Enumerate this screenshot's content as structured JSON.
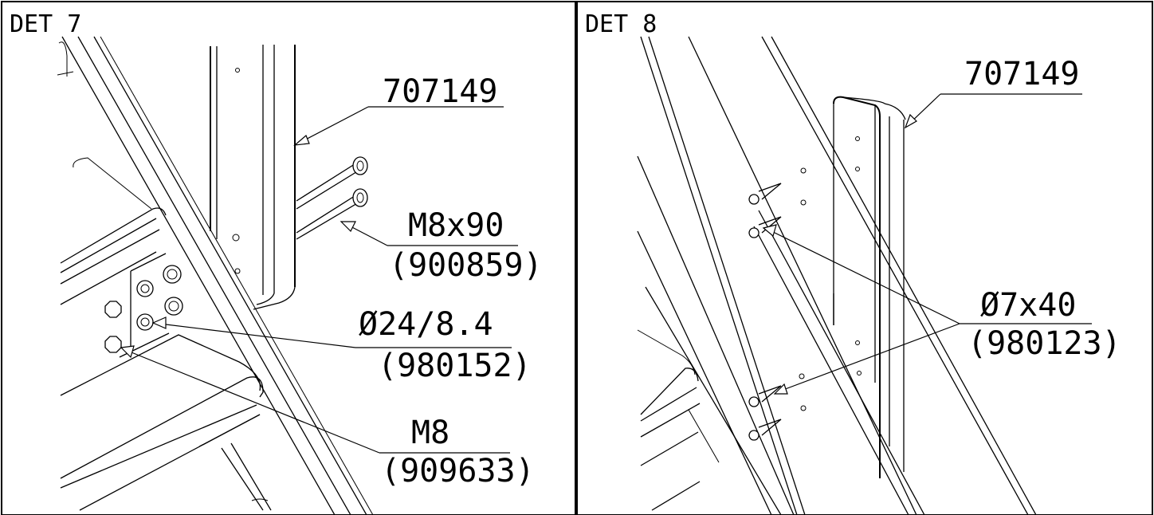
{
  "panels": [
    {
      "title": "DET 7",
      "callouts": [
        {
          "part": "707149"
        },
        {
          "part": "M8x90",
          "code": "(900859)"
        },
        {
          "part": "Ø24/8.4",
          "code": "(980152)"
        },
        {
          "part": "M8",
          "code": "(909633)"
        }
      ]
    },
    {
      "title": "DET 8",
      "callouts": [
        {
          "part": "707149"
        },
        {
          "part": "Ø7x40",
          "code": "(980123)"
        }
      ]
    }
  ]
}
